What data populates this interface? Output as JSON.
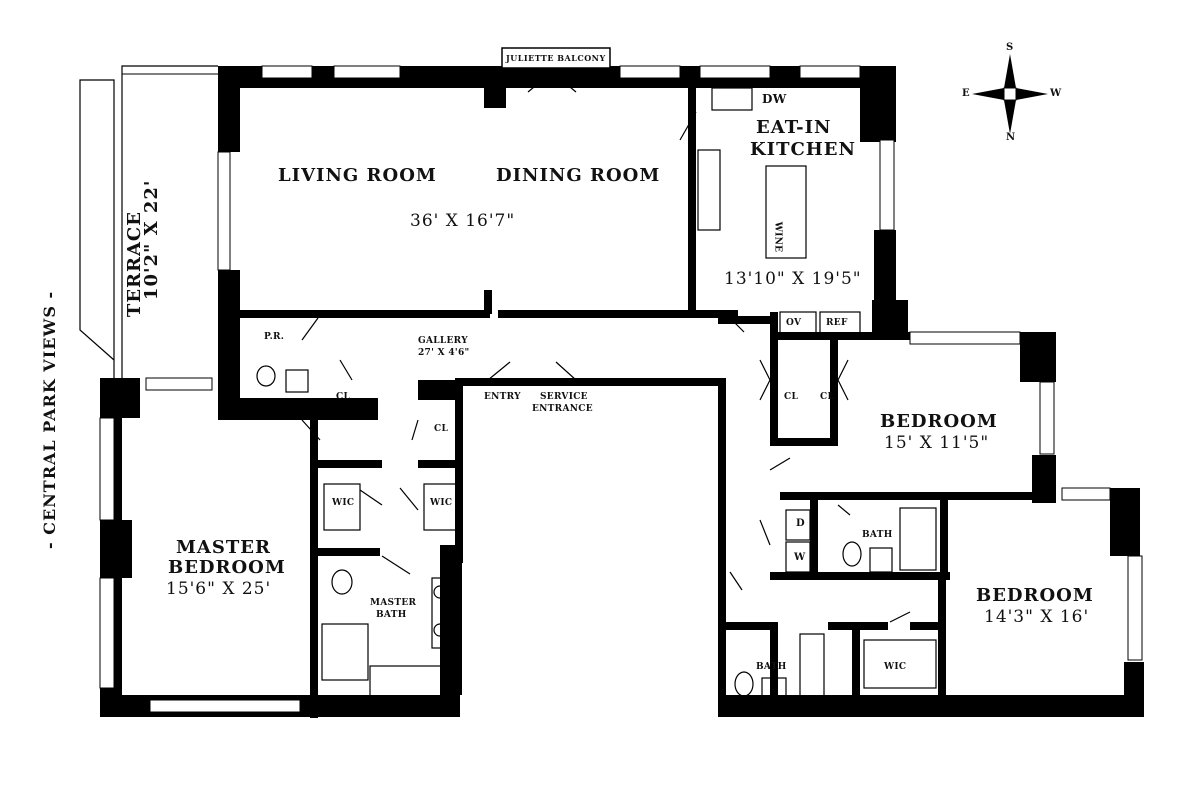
{
  "side_note": "- CENTRAL PARK VIEWS -",
  "compass": {
    "n": "N",
    "s": "S",
    "e": "E",
    "w": "W"
  },
  "rooms": {
    "terrace": {
      "name": "TERRACE",
      "dims": "10'2\" X 22'"
    },
    "living": {
      "name": "LIVING ROOM"
    },
    "dining": {
      "name": "DINING ROOM"
    },
    "living_dining_dims": "36' X 16'7\"",
    "juliette": "JULIETTE BALCONY",
    "kitchen": {
      "name_line1": "EAT-IN",
      "name_line2": "KITCHEN",
      "dims": "13'10\" X 19'5\"",
      "dw": "DW",
      "wine": "WINE",
      "ov": "OV",
      "ref": "REF"
    },
    "powder": "P.R.",
    "closet": "CL",
    "gallery": {
      "name": "GALLERY",
      "dims": "27' X 4'6\""
    },
    "entry": "ENTRY",
    "service_line1": "SERVICE",
    "service_line2": "ENTRANCE",
    "wic": "WIC",
    "master": {
      "name_line1": "MASTER",
      "name_line2": "BEDROOM",
      "dims": "15'6\" X 25'"
    },
    "master_bath": {
      "line1": "MASTER",
      "line2": "BATH"
    },
    "bedroom1": {
      "name": "BEDROOM",
      "dims": "15' X 11'5\""
    },
    "bedroom2": {
      "name": "BEDROOM",
      "dims": "14'3\" X 16'"
    },
    "bath": "BATH",
    "dryer": "D",
    "washer": "W"
  }
}
